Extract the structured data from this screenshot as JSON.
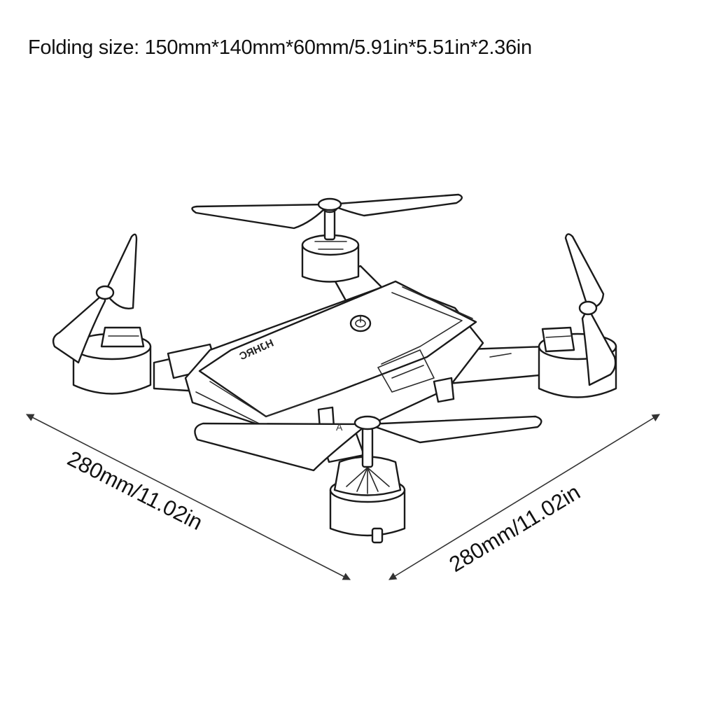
{
  "diagram": {
    "folding_size": "Folding size: 150mm*140mm*60mm/5.91in*5.51in*2.36in",
    "dimension_left": "280mm/11.02in",
    "dimension_right": "280mm/11.02in",
    "body_logo": "HJHRC",
    "propeller_mark": "A"
  },
  "icons": {
    "power_button": "power-button-icon"
  },
  "colors": {
    "background": "#ffffff",
    "ink": "#1a1a1a"
  }
}
